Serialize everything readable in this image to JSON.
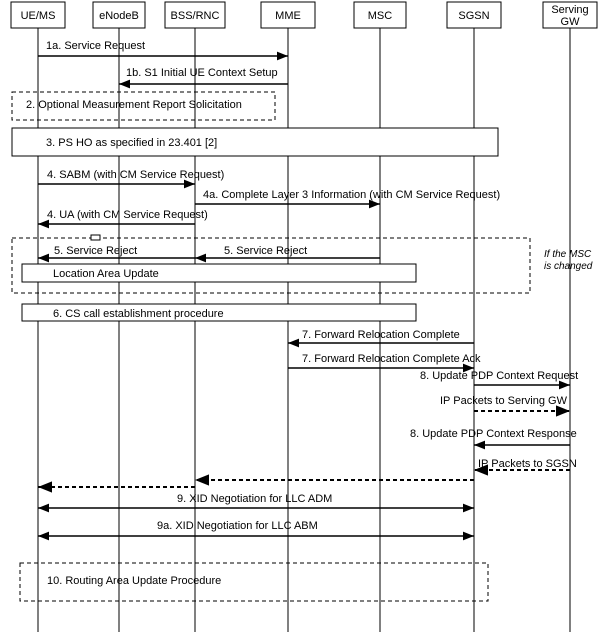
{
  "entities": [
    {
      "name": "UE/MS"
    },
    {
      "name": "eNodeB"
    },
    {
      "name": "BSS/RNC"
    },
    {
      "name": "MME"
    },
    {
      "name": "MSC"
    },
    {
      "name": "SGSN"
    },
    {
      "name": "Serving GW"
    }
  ],
  "messages": [
    {
      "label": "1a. Service Request",
      "from": "UE/MS",
      "to": "MME",
      "style": "solid"
    },
    {
      "label": "1b. S1 Initial UE Context Setup",
      "from": "MME",
      "to": "eNodeB",
      "style": "solid"
    },
    {
      "label": "4. SABM (with CM Service Request)",
      "from": "UE/MS",
      "to": "BSS/RNC",
      "style": "solid"
    },
    {
      "label": "4a. Complete Layer 3 Information (with CM Service Request)",
      "from": "BSS/RNC",
      "to": "MSC",
      "style": "solid"
    },
    {
      "label": "4. UA (with CM Service Request)",
      "from": "BSS/RNC",
      "to": "UE/MS",
      "style": "solid"
    },
    {
      "label": "5. Service Reject",
      "from": "BSS/RNC",
      "to": "UE/MS",
      "style": "solid"
    },
    {
      "label": "5. Service Reject",
      "from": "MSC",
      "to": "BSS/RNC",
      "style": "solid"
    },
    {
      "label": "7. Forward Relocation Complete",
      "from": "SGSN",
      "to": "MME",
      "style": "solid"
    },
    {
      "label": "7. Forward Relocation Complete Ack",
      "from": "MME",
      "to": "SGSN",
      "style": "solid"
    },
    {
      "label": "8. Update PDP Context Request",
      "from": "SGSN",
      "to": "Serving GW",
      "style": "solid"
    },
    {
      "label": "IP Packets to Serving GW",
      "from": "SGSN",
      "to": "Serving GW",
      "style": "dashed"
    },
    {
      "label": "8. Update PDP Context Response",
      "from": "Serving GW",
      "to": "SGSN",
      "style": "solid"
    },
    {
      "label": "IP Packets to SGSN",
      "from": "Serving GW",
      "to": "SGSN",
      "style": "dashed"
    },
    {
      "label": "",
      "from": "SGSN",
      "to": "BSS/RNC",
      "style": "dashed"
    },
    {
      "label": "",
      "from": "BSS/RNC",
      "to": "UE/MS",
      "style": "dashed"
    },
    {
      "label": "9. XID Negotiation for LLC ADM",
      "from": "UE/MS",
      "to": "SGSN",
      "style": "double"
    },
    {
      "label": "9a. XID Negotiation for LLC ABM",
      "from": "UE/MS",
      "to": "SGSN",
      "style": "double"
    }
  ],
  "boxes": [
    {
      "label": "2. Optional Measurement Report Solicitation",
      "style": "dashed"
    },
    {
      "label": "3. PS HO as specified in 23.401 [2]",
      "style": "solid"
    },
    {
      "label": "",
      "style": "dashed"
    },
    {
      "label": "Location Area Update",
      "style": "solid"
    },
    {
      "label": "6. CS call establishment procedure",
      "style": "solid"
    },
    {
      "label": "10. Routing Area Update Procedure",
      "style": "dashed"
    }
  ],
  "notes": [
    {
      "lines": [
        "If the MSC",
        "is changed"
      ]
    }
  ]
}
